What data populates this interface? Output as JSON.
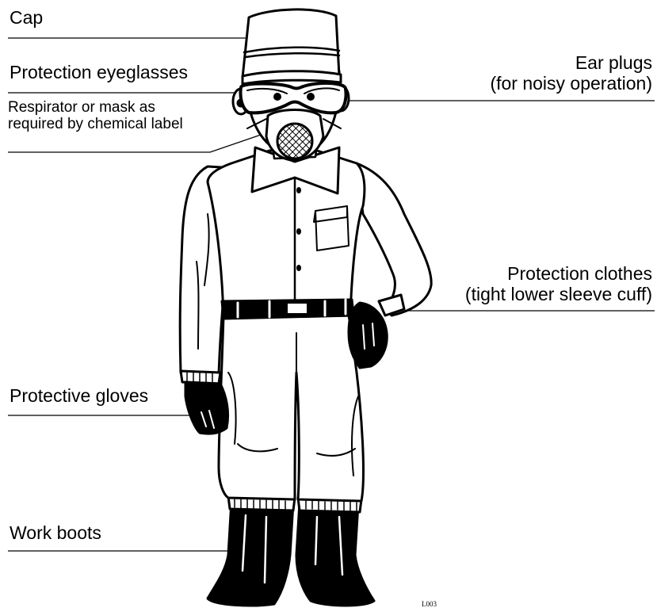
{
  "labels": {
    "cap": "Cap",
    "eyeglasses": "Protection eyeglasses",
    "respirator": [
      "Respirator or mask as",
      "required by chemical label"
    ],
    "ear_plugs": [
      "Ear plugs",
      "(for noisy operation)"
    ],
    "clothes": [
      "Protection clothes",
      "(tight lower sleeve cuff)"
    ],
    "gloves": "Protective gloves",
    "boots": "Work boots"
  },
  "figure_code": "L003",
  "colors": {
    "ink": "#000000",
    "paper": "#ffffff"
  }
}
